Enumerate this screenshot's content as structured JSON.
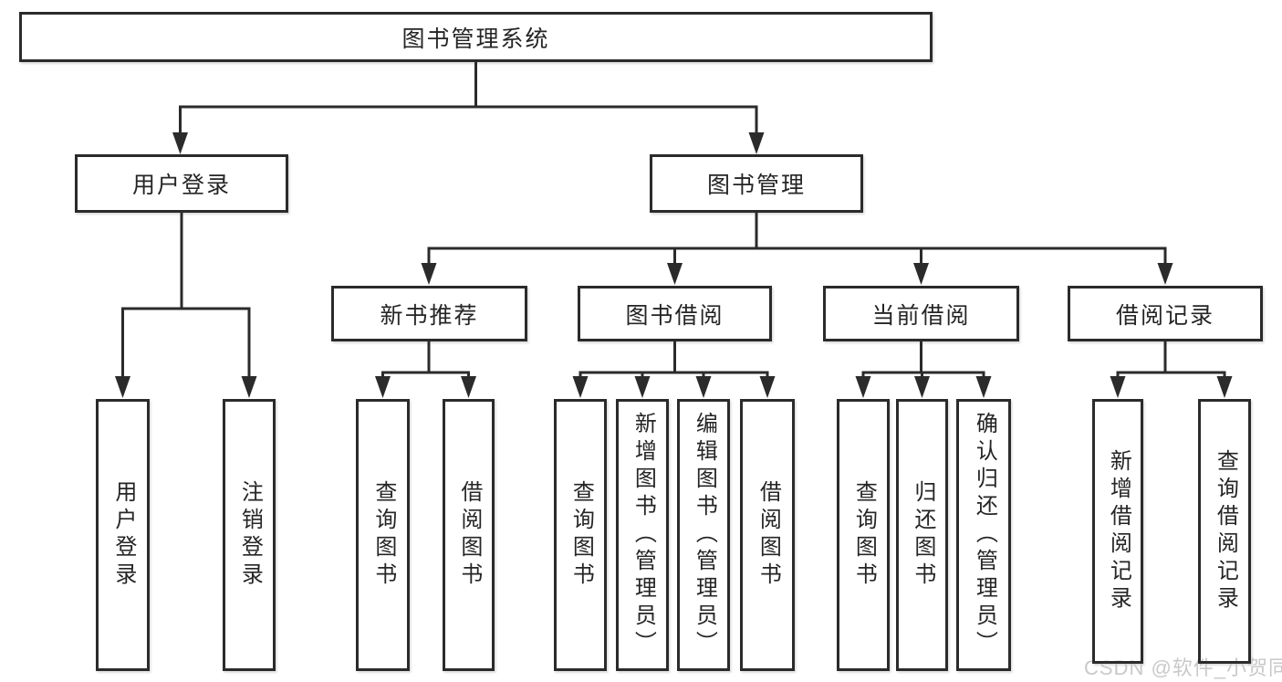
{
  "colors": {
    "line": "#2b2b2b",
    "box_border": "#2b2b2b",
    "box_background": "#ffffff",
    "text": "#252525",
    "watermark": "#c9c9c9",
    "page_background": "#ffffff"
  },
  "watermark": {
    "text": "CSDN @软件_小贺同学"
  },
  "tree": {
    "root": {
      "label": "图书管理系统"
    },
    "branches": [
      {
        "label": "用户登录",
        "children": [
          {
            "label": "用户登录"
          },
          {
            "label": "注销登录"
          }
        ]
      },
      {
        "label": "图书管理",
        "children": [
          {
            "label": "新书推荐",
            "children": [
              {
                "label": "查询图书"
              },
              {
                "label": "借阅图书"
              }
            ]
          },
          {
            "label": "图书借阅",
            "children": [
              {
                "label": "查询图书"
              },
              {
                "label": "新增图书（管理员）"
              },
              {
                "label": "编辑图书（管理员）"
              },
              {
                "label": "借阅图书"
              }
            ]
          },
          {
            "label": "当前借阅",
            "children": [
              {
                "label": "查询图书"
              },
              {
                "label": "归还图书"
              },
              {
                "label": "确认归还（管理员）"
              }
            ]
          },
          {
            "label": "借阅记录",
            "children": [
              {
                "label": "新增借阅记录"
              },
              {
                "label": "查询借阅记录"
              }
            ]
          }
        ]
      }
    ]
  }
}
